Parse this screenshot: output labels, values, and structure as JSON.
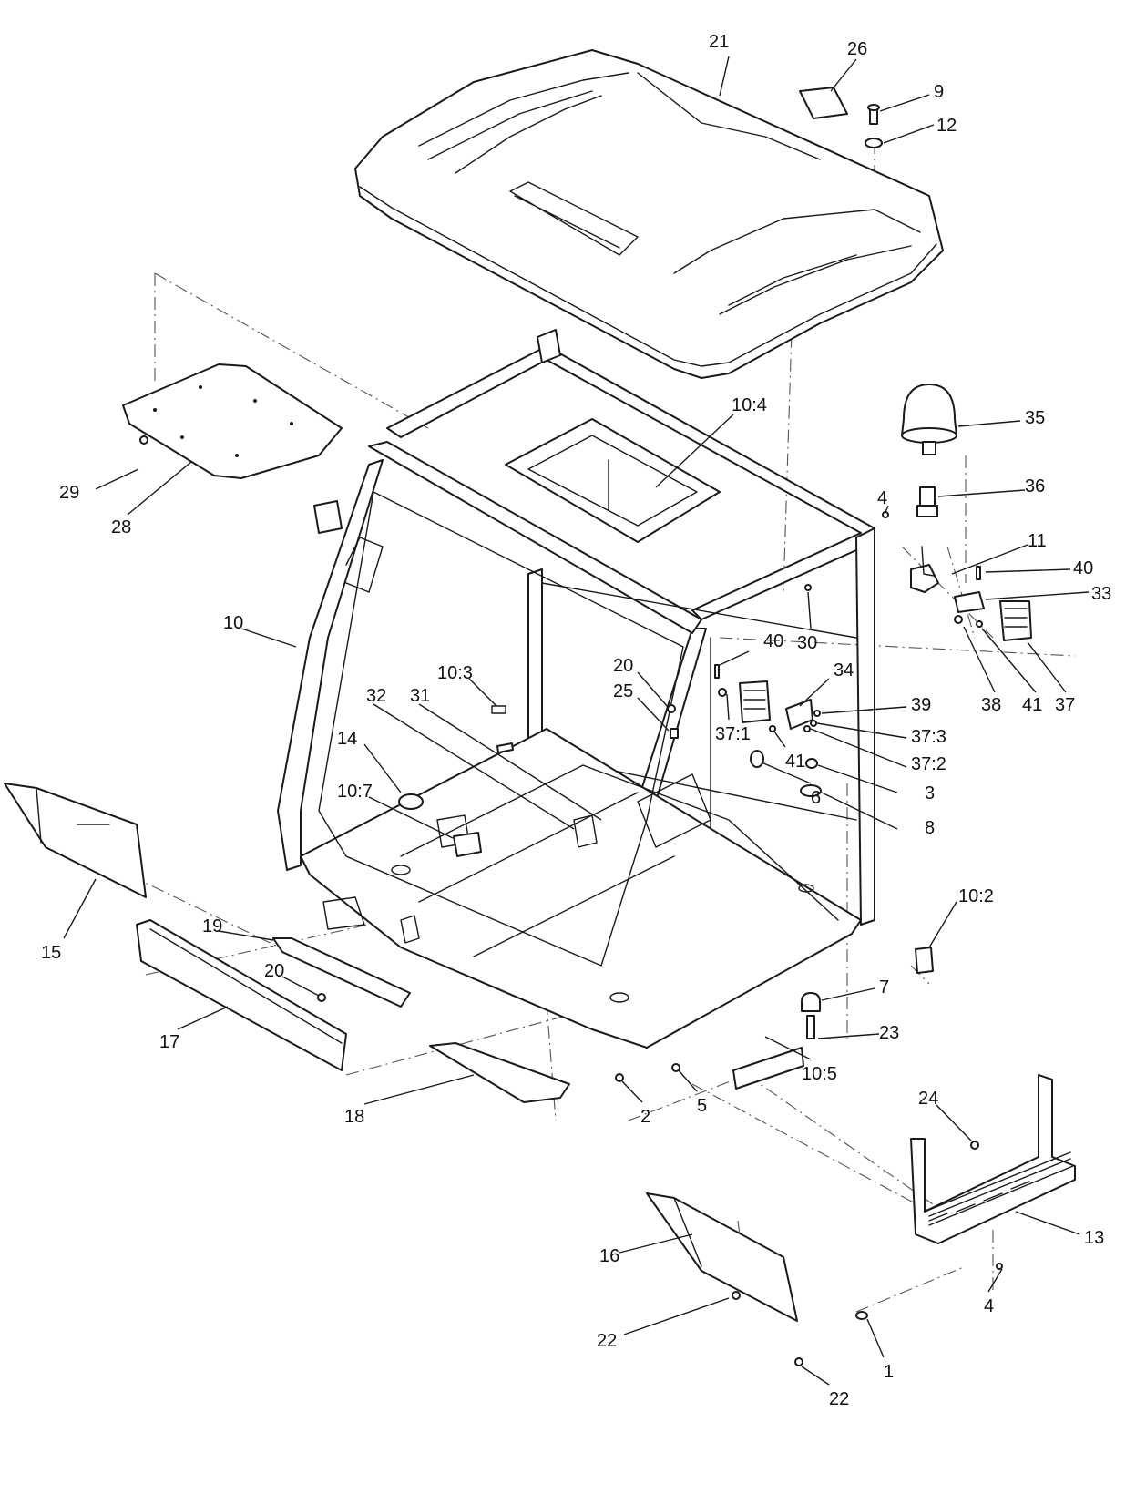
{
  "diagram": {
    "labels": {
      "p1": "1",
      "p2": "2",
      "p3": "3",
      "p4a": "4",
      "p4b": "4",
      "p5": "5",
      "p6": "6",
      "p7": "7",
      "p8": "8",
      "p9": "9",
      "p10": "10",
      "p10_2": "10:2",
      "p10_3": "10:3",
      "p10_4": "10:4",
      "p10_5": "10:5",
      "p10_7": "10:7",
      "p11": "11",
      "p12": "12",
      "p13": "13",
      "p14": "14",
      "p15": "15",
      "p16": "16",
      "p17": "17",
      "p18": "18",
      "p19": "19",
      "p20a": "20",
      "p20b": "20",
      "p21": "21",
      "p22a": "22",
      "p22b": "22",
      "p23": "23",
      "p24": "24",
      "p25": "25",
      "p26": "26",
      "p28": "28",
      "p29": "29",
      "p30": "30",
      "p31": "31",
      "p32": "32",
      "p33": "33",
      "p34": "34",
      "p35": "35",
      "p36": "36",
      "p37": "37",
      "p37_1": "37:1",
      "p37_2": "37:2",
      "p37_3": "37:3",
      "p38": "38",
      "p39": "39",
      "p40a": "40",
      "p40b": "40",
      "p41a": "41",
      "p41b": "41"
    }
  }
}
